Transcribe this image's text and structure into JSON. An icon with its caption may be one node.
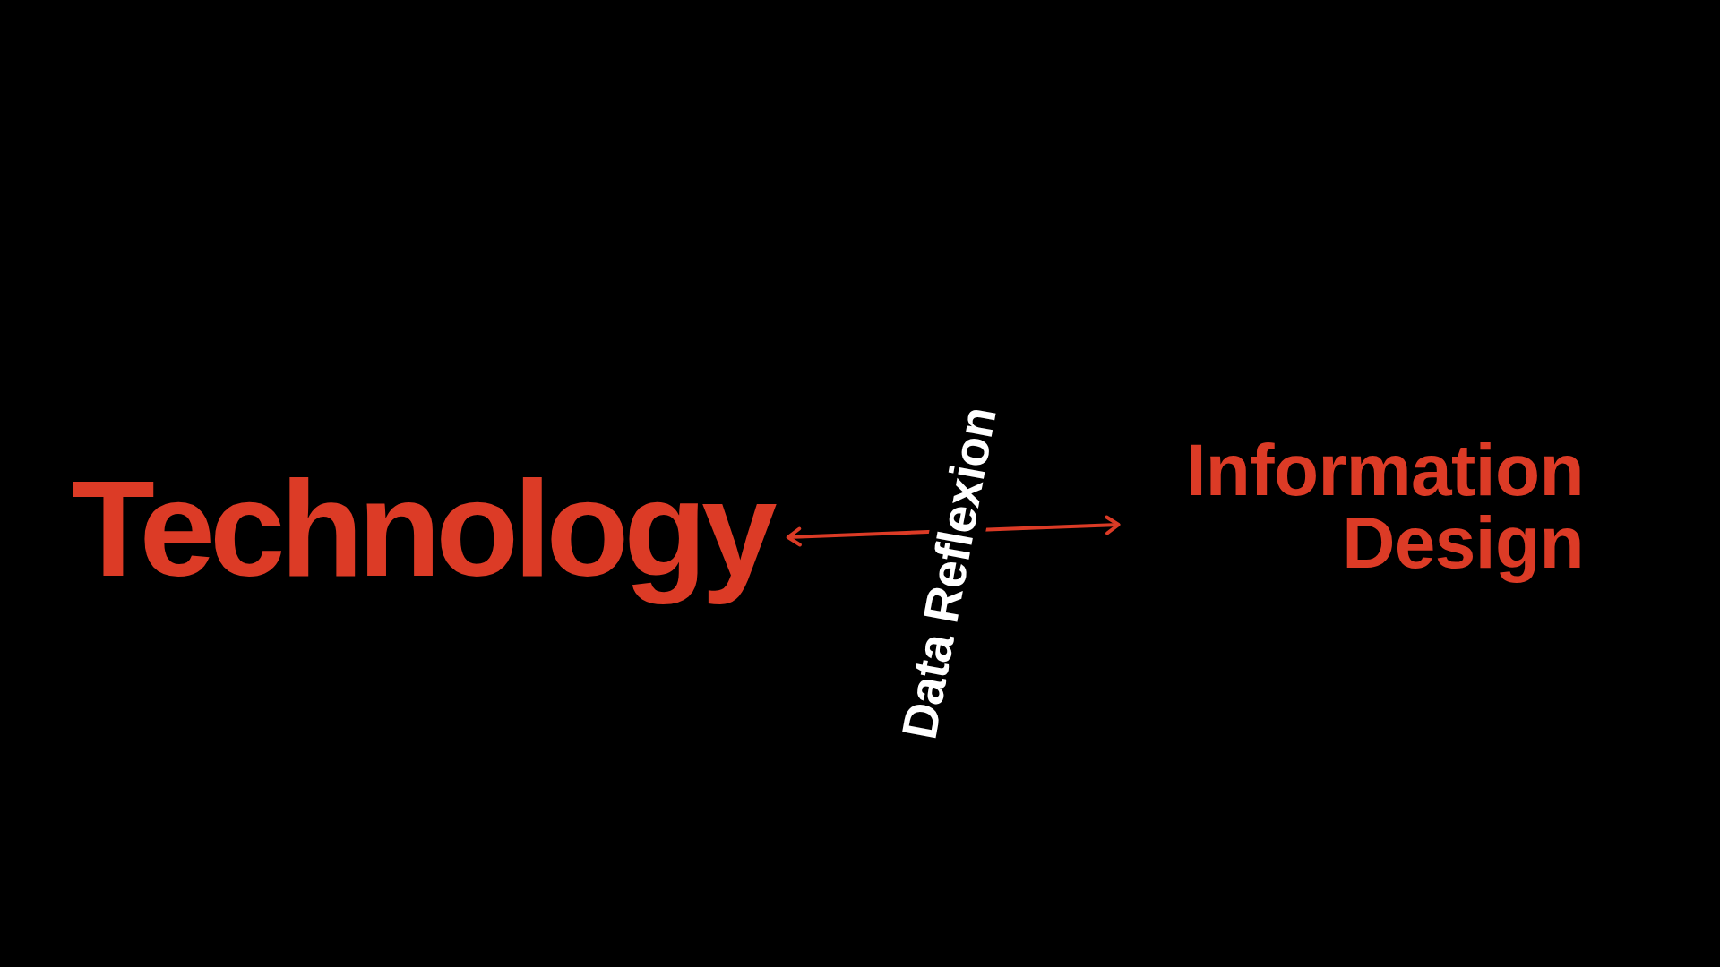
{
  "diagram": {
    "nodes": [
      {
        "text": [
          "Technology"
        ]
      },
      {
        "text": [
          "Information Design"
        ]
      }
    ],
    "edges": [
      {
        "from": 0,
        "to": 1,
        "arrow": "both",
        "label": "Data Reflexion"
      }
    ]
  }
}
